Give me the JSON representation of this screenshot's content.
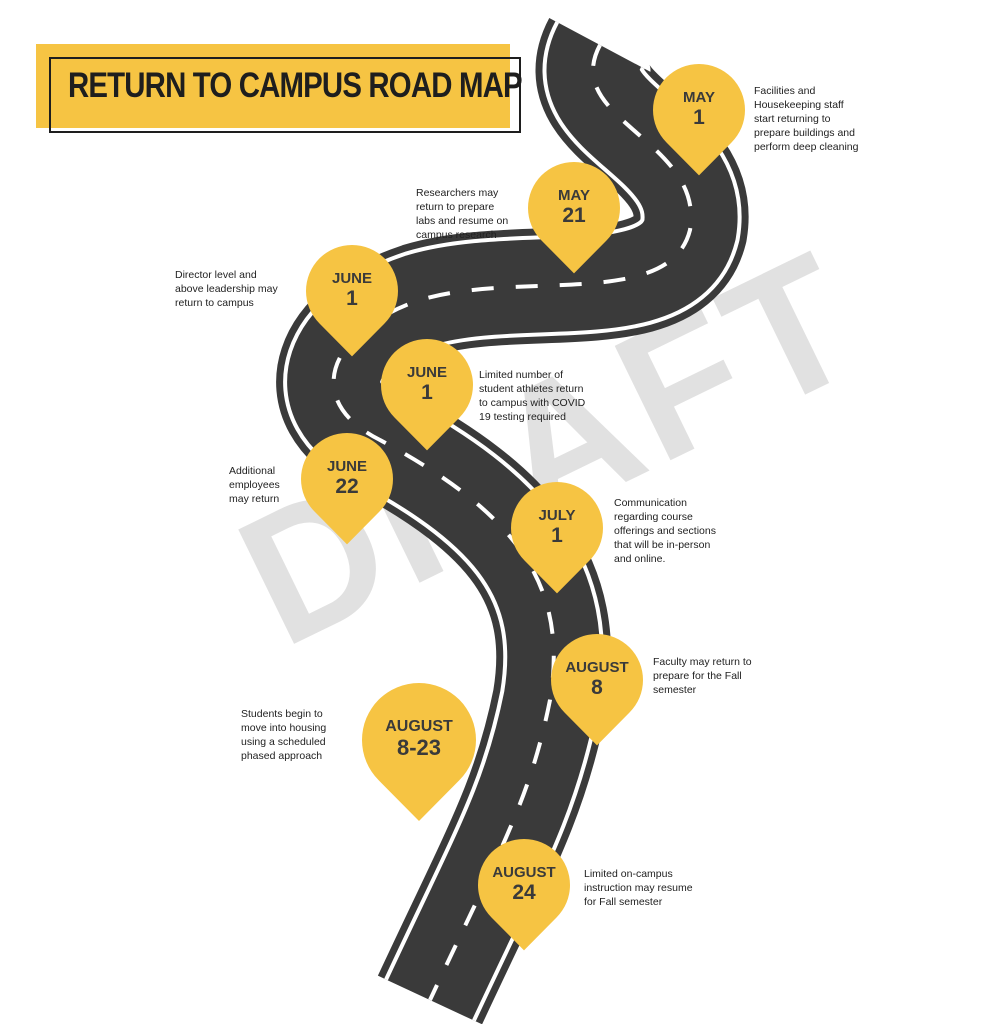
{
  "title": "RETURN TO CAMPUS ROAD MAP",
  "watermark": "DRAFT",
  "colors": {
    "pin": "#f6c443",
    "road": "#3a3a3a",
    "title_bg": "#f6c443",
    "text": "#222222"
  },
  "milestones": [
    {
      "month": "MAY",
      "day": "1",
      "description": [
        "Facilities and",
        "Housekeeping staff",
        "start returning to",
        "prepare buildings and",
        "perform deep cleaning"
      ]
    },
    {
      "month": "MAY",
      "day": "21",
      "description": [
        "Researchers may",
        "return to prepare",
        "labs and resume on",
        "campus research"
      ]
    },
    {
      "month": "JUNE",
      "day": "1",
      "description": [
        "Director level and",
        "above leadership may",
        "return to campus"
      ]
    },
    {
      "month": "JUNE",
      "day": "1",
      "description": [
        "Limited number of",
        "student athletes return",
        "to campus with COVID",
        "19 testing required"
      ]
    },
    {
      "month": "JUNE",
      "day": "22",
      "description": [
        "Additional",
        "employees",
        "may return"
      ]
    },
    {
      "month": "JULY",
      "day": "1",
      "description": [
        "Communication",
        "regarding course",
        "offerings and sections",
        "that will be in-person",
        "and online."
      ]
    },
    {
      "month": "AUGUST",
      "day": "8",
      "description": [
        "Faculty may return to",
        "prepare for the Fall",
        "semester"
      ]
    },
    {
      "month": "AUGUST",
      "day": "8-23",
      "description": [
        "Students begin to",
        "move into housing",
        "using a scheduled",
        "phased approach"
      ]
    },
    {
      "month": "AUGUST",
      "day": "24",
      "description": [
        "Limited on-campus",
        "instruction may resume",
        "for Fall semester"
      ]
    }
  ]
}
